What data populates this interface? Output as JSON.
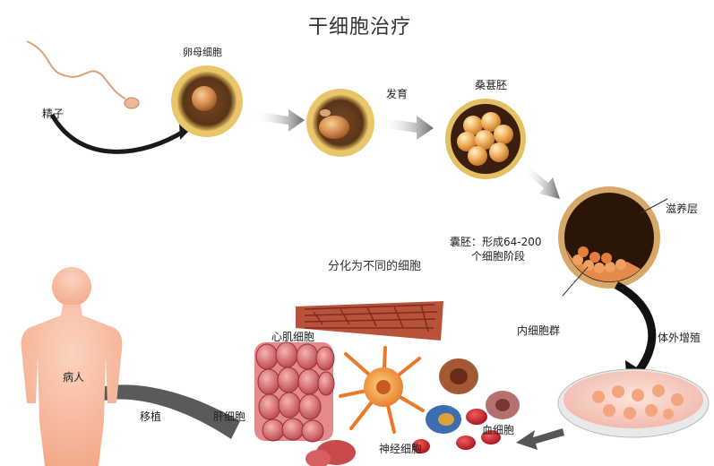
{
  "title": "干细胞治疗",
  "subtitle": "分化为不同的细胞",
  "labels": {
    "sperm": "精子",
    "egg": "卵母细胞",
    "develop": "发育",
    "morula": "桑葚胚",
    "trophoblast": "滋养层",
    "blastocyst_line1": "囊胚：形成64-200",
    "blastocyst_line2": "个细胞阶段",
    "inner_mass": "内细胞群",
    "culture": "体外增殖",
    "cardiac": "心肌细胞",
    "liver": "肝细胞",
    "nerve": "神经细胞",
    "blood": "血细胞",
    "transplant": "移植",
    "patient": "病人"
  }
}
